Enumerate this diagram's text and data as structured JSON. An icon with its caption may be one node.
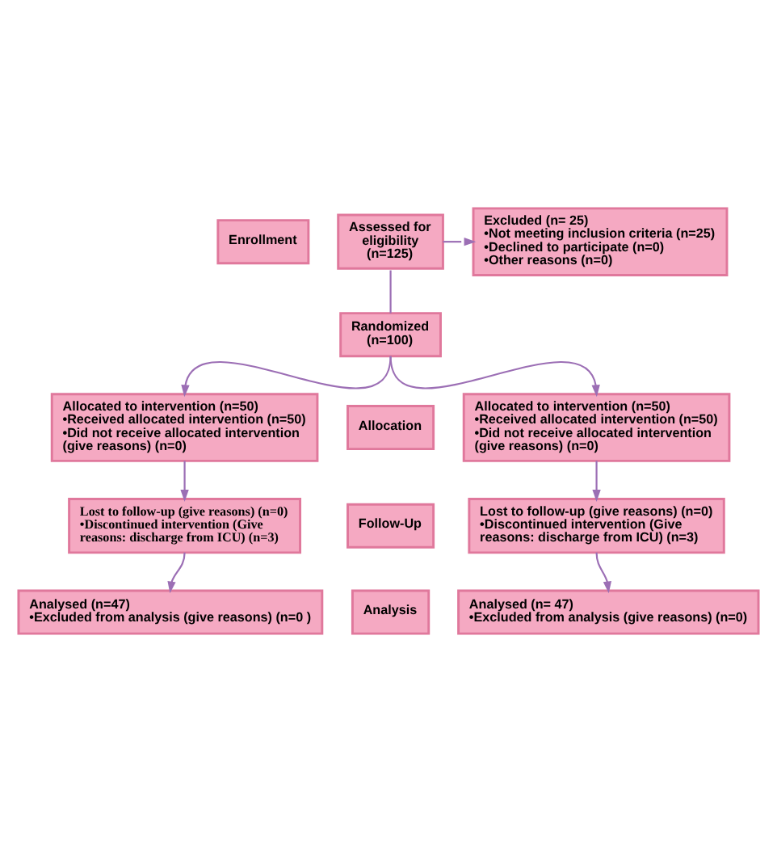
{
  "diagram": {
    "nodes": [
      {
        "text": [
          "Enrollment"
        ]
      },
      {
        "text": [
          "Assessed for eligibility (n=125)"
        ]
      },
      {
        "text": [
          "Excluded (n= 25)",
          "•Not meeting inclusion criteria (n=25)",
          "•Declined to participate (n=0)",
          "•Other reasons (n=0)"
        ]
      },
      {
        "text": [
          "Randomized (n=100)"
        ]
      },
      {
        "text": [
          "Allocation"
        ]
      },
      {
        "text": [
          "Allocated to intervention (n=50)",
          "•Received allocated intervention (n=50)",
          "•Did not receive allocated intervention (give reasons) (n=0)"
        ]
      },
      {
        "text": [
          "Allocated to intervention (n=50)",
          "•Received allocated intervention (n=50)",
          "•Did not receive allocated intervention (give reasons) (n=0)"
        ]
      },
      {
        "text": [
          "Follow-Up"
        ]
      },
      {
        "text": [
          "Lost to follow-up (give reasons) (n=0)",
          "•Discontinued intervention (Give reasons: discharge from ICU) (n=3)"
        ]
      },
      {
        "text": [
          "Lost to follow-up (give reasons) (n=0)",
          "•Discontinued intervention (Give reasons: discharge from ICU) (n=3)"
        ]
      },
      {
        "text": [
          "Analysis"
        ]
      },
      {
        "text": [
          "Analysed (n=47)",
          "•Excluded from analysis (give reasons) (n=0 )"
        ]
      },
      {
        "text": [
          "Analysed (n= 47)",
          "•Excluded from analysis (give reasons) (n=0)"
        ]
      }
    ],
    "edges": [
      {
        "from": 1,
        "to": 3,
        "arrow": "none"
      },
      {
        "from": 1,
        "to": 2,
        "arrow": "to"
      },
      {
        "from": 3,
        "to": 5,
        "arrow": "to"
      },
      {
        "from": 3,
        "to": 6,
        "arrow": "to"
      },
      {
        "from": 5,
        "to": 8,
        "arrow": "to"
      },
      {
        "from": 6,
        "to": 9,
        "arrow": "to"
      },
      {
        "from": 8,
        "to": 11,
        "arrow": "to"
      },
      {
        "from": 9,
        "to": 12,
        "arrow": "to"
      }
    ]
  }
}
